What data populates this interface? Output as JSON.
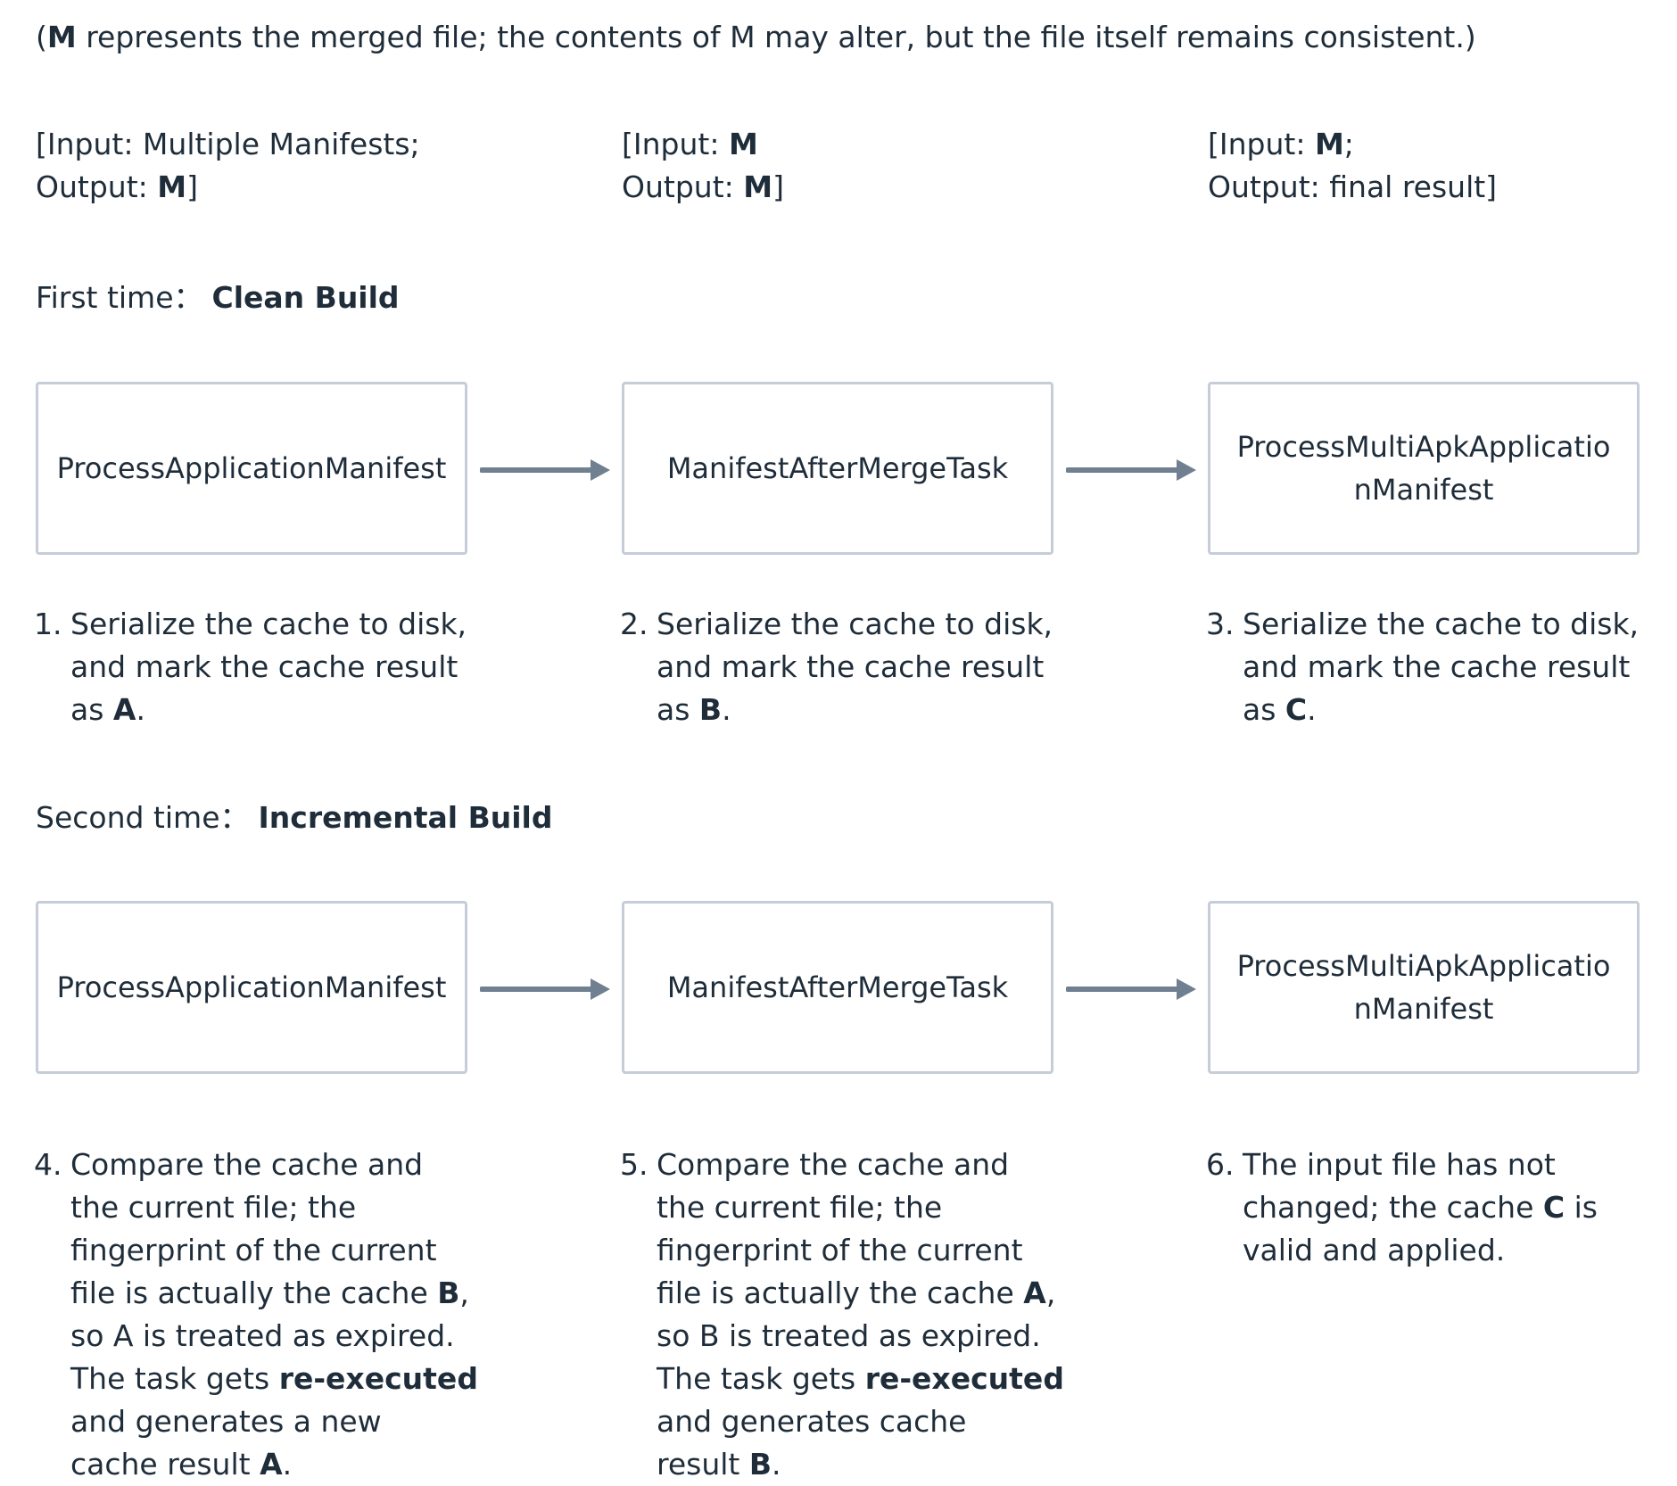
{
  "note": {
    "bold": "M",
    "rest": " represents the merged file; the contents of M may alter, but the file itself remains consistent.)",
    "open": "("
  },
  "io": [
    {
      "line1_pre": "[Input: Multiple Manifests;",
      "line1_bold": "",
      "line2_pre": "Output: ",
      "line2_bold": "M",
      "line2_post": "]"
    },
    {
      "line1_pre": "[Input: ",
      "line1_bold": "M",
      "line2_pre": "Output: ",
      "line2_bold": "M",
      "line2_post": "]"
    },
    {
      "line1_pre": "[Input: ",
      "line1_bold": "M",
      "line1_post": ";",
      "line2_pre": "Output: final result]",
      "line2_bold": "",
      "line2_post": ""
    }
  ],
  "first": {
    "label": "First time：",
    "value": "Clean Build",
    "tasks": [
      "ProcessApplicationManifest",
      "ManifestAfterMergeTask",
      "ProcessMultiApkApplicatio",
      "nManifest"
    ],
    "steps": [
      {
        "num": "1.",
        "l1": "Serialize the cache to disk,",
        "l2": "and mark the cache result",
        "l3_pre": "as ",
        "l3_bold": "A",
        "l3_post": "."
      },
      {
        "num": "2.",
        "l1": "Serialize the cache to disk,",
        "l2": "and mark the cache result",
        "l3_pre": "as ",
        "l3_bold": "B",
        "l3_post": "."
      },
      {
        "num": "3.",
        "l1": "Serialize the cache to disk,",
        "l2": "and mark the cache result",
        "l3_pre": "as ",
        "l3_bold": "C",
        "l3_post": "."
      }
    ]
  },
  "second": {
    "label": "Second time：",
    "value": "Incremental Build",
    "tasks": [
      "ProcessApplicationManifest",
      "ManifestAfterMergeTask",
      "ProcessMultiApkApplicatio",
      "nManifest"
    ],
    "step4": {
      "num": "4.",
      "l1": "Compare the cache and",
      "l2": "the current file; the",
      "l3": "fingerprint of the current",
      "l4_pre": "file is actually the cache ",
      "l4_bold": "B",
      "l4_post": ",",
      "l5": "so A is treated as expired.",
      "l6_pre": "The task gets ",
      "l6_bold": "re-executed",
      "l7": "and generates a new",
      "l8_pre": "cache result ",
      "l8_bold": "A",
      "l8_post": "."
    },
    "step5": {
      "num": "5.",
      "l1": "Compare the cache and",
      "l2": "the current file; the",
      "l3": "fingerprint of the current",
      "l4_pre": "file is actually the cache ",
      "l4_bold": "A",
      "l4_post": ",",
      "l5": "so B is treated as expired.",
      "l6_pre": "The task gets ",
      "l6_bold": "re-executed",
      "l7": "and generates cache",
      "l8_pre": "result ",
      "l8_bold": "B",
      "l8_post": "."
    },
    "step6": {
      "num": "6.",
      "l1": "The input file has not",
      "l2_pre": "changed; the cache ",
      "l2_bold": "C",
      "l2_post": " is",
      "l3": "valid and applied."
    }
  }
}
